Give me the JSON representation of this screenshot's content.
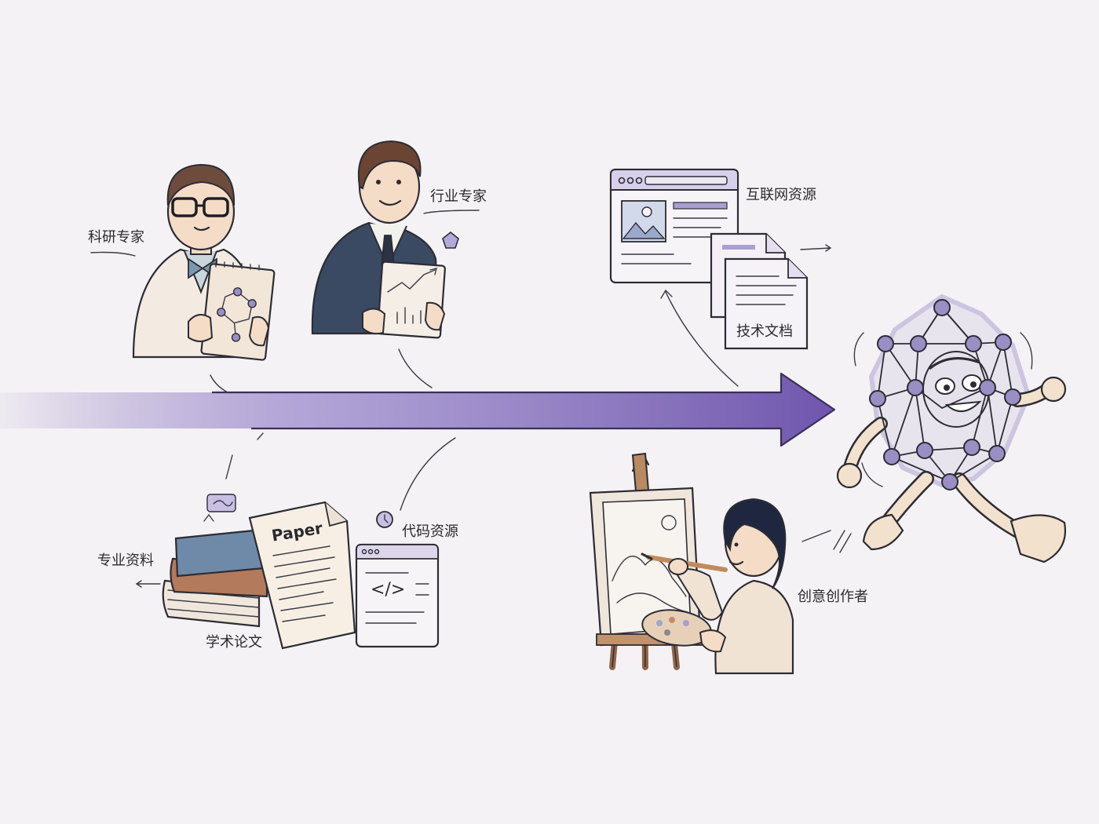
{
  "labels": {
    "researcher": "科研专家",
    "industry_expert": "行业专家",
    "internet": "互联网资源",
    "tech_docs": "技术文档",
    "professional_materials": "专业资料",
    "papers": "学术论文",
    "code": "代码资源",
    "creators": "创意创作者"
  },
  "paper_title": "Paper",
  "code_glyph": "</>",
  "colors": {
    "arrow": "#7b62b6",
    "node": "#9a8fc4",
    "background": "#f4f2f4",
    "ink": "#2c2c34"
  },
  "icons": [
    "molecule-icon",
    "growth-chart-icon",
    "image-icon",
    "code-brackets-icon",
    "clock-icon",
    "pentagon-icon"
  ]
}
